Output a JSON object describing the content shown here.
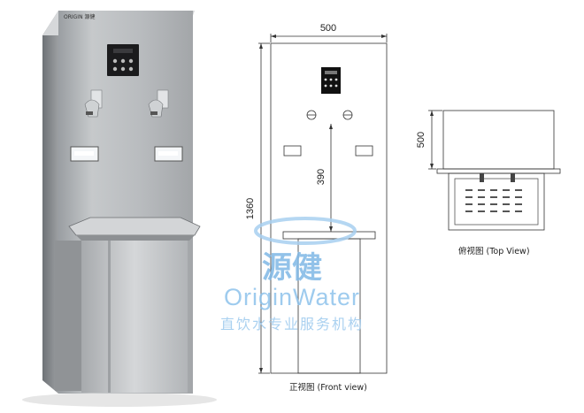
{
  "product_photo": {
    "brand_label": "ORIGIN 源健"
  },
  "front_view": {
    "width_label": "500",
    "height_label": "1360",
    "spacing_label": "390",
    "caption": "正视图 (Front view)"
  },
  "top_view": {
    "depth_label": "500",
    "caption": "俯视图 (Top View)"
  },
  "watermark": {
    "name_cn": "源健",
    "name_en": "OriginWater",
    "tagline": "直饮水专业服务机构"
  },
  "colors": {
    "steel_light": "#c9cbcd",
    "steel_dark": "#8c8f92",
    "line": "#333333",
    "watermark": "#7fb8e6"
  }
}
